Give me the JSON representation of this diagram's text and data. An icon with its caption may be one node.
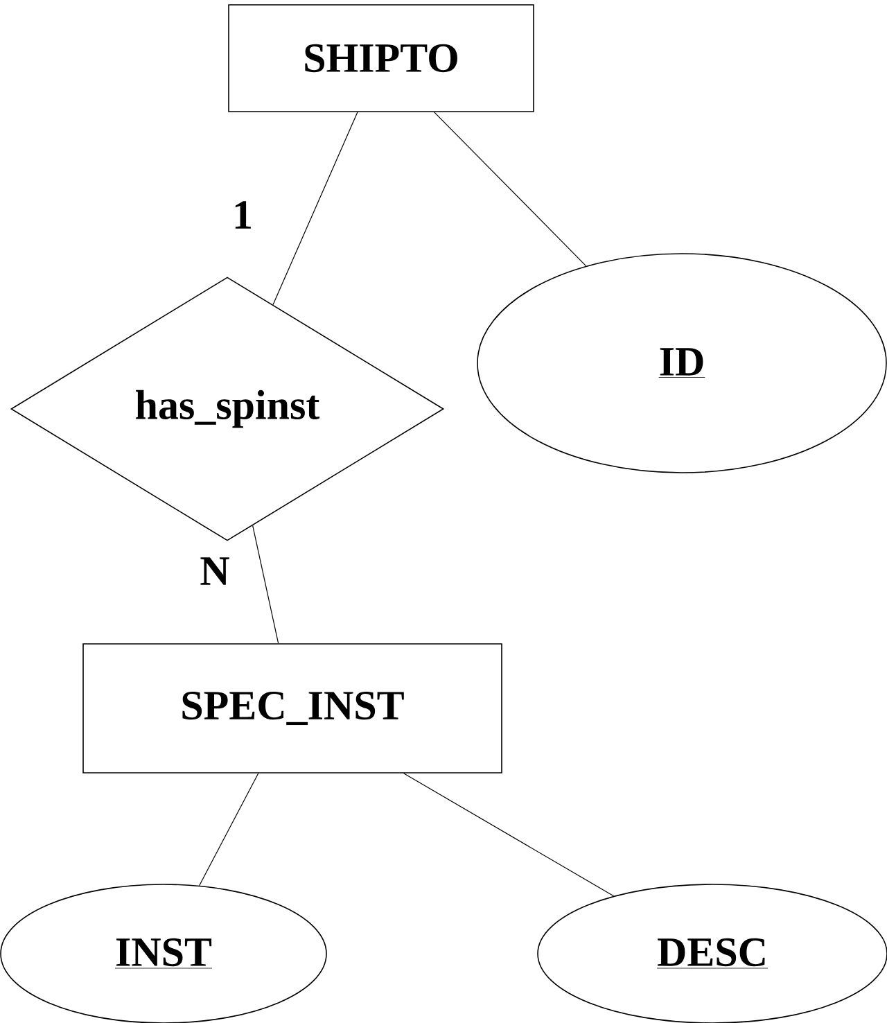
{
  "diagram": {
    "nodes": [
      {
        "text": [
          "SHIPTO"
        ]
      },
      {
        "text": [
          "ID"
        ]
      },
      {
        "text": [
          "has_spinst"
        ]
      },
      {
        "text": [
          "SPEC_INST"
        ]
      },
      {
        "text": [
          "INST"
        ]
      },
      {
        "text": [
          "DESC"
        ]
      }
    ],
    "edges": [
      {
        "from": 0,
        "to": 2,
        "arrow": "none",
        "label": "1"
      },
      {
        "from": 0,
        "to": 1,
        "arrow": "none"
      },
      {
        "from": 2,
        "to": 3,
        "arrow": "none",
        "label": "N"
      },
      {
        "from": 3,
        "to": 4,
        "arrow": "none"
      },
      {
        "from": 3,
        "to": 5,
        "arrow": "none"
      }
    ]
  }
}
